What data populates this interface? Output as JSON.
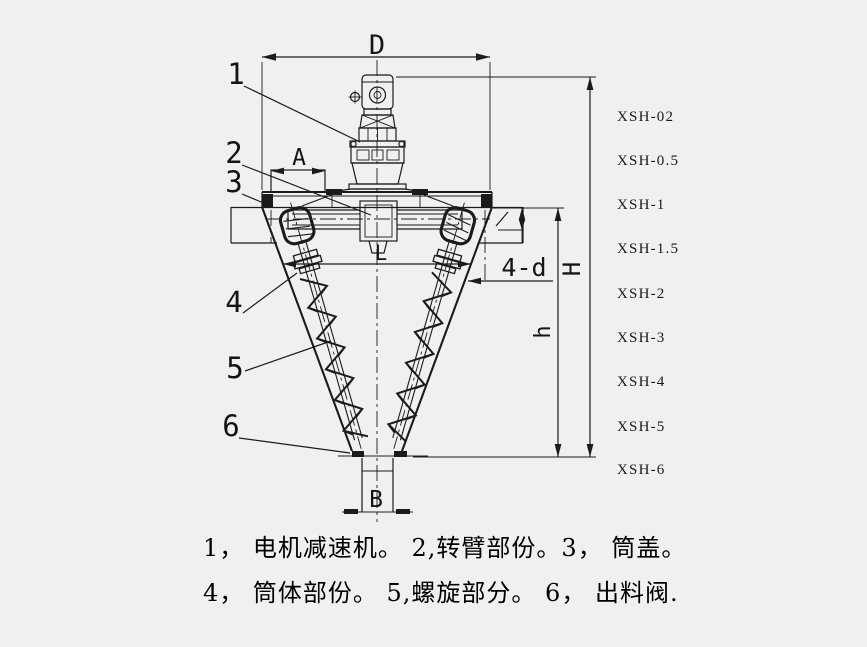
{
  "drawing": {
    "title_hint": "conical twin-screw mixer outline drawing",
    "dimensions": {
      "top_width": "D",
      "inlet_width": "A",
      "cone_mouth": "L",
      "total_height": "H",
      "cone_height": "h",
      "outlet_width": "B",
      "flange_holes": "4-d"
    },
    "callouts": [
      "1",
      "2",
      "3",
      "4",
      "5",
      "6"
    ]
  },
  "models": [
    "XSH-02",
    "XSH-0.5",
    "XSH-1",
    "XSH-1.5",
    "XSH-2",
    "XSH-3",
    "XSH-4",
    "XSH-5",
    "XSH-6"
  ],
  "legend": {
    "line1": "1， 电机减速机。 2,转臂部份。3， 筒盖。",
    "line2": "4， 筒体部份。 5,螺旋部分。 6， 出料阀."
  },
  "colors": {
    "background": "#f0f0f1",
    "line": "#1b1b1b"
  }
}
